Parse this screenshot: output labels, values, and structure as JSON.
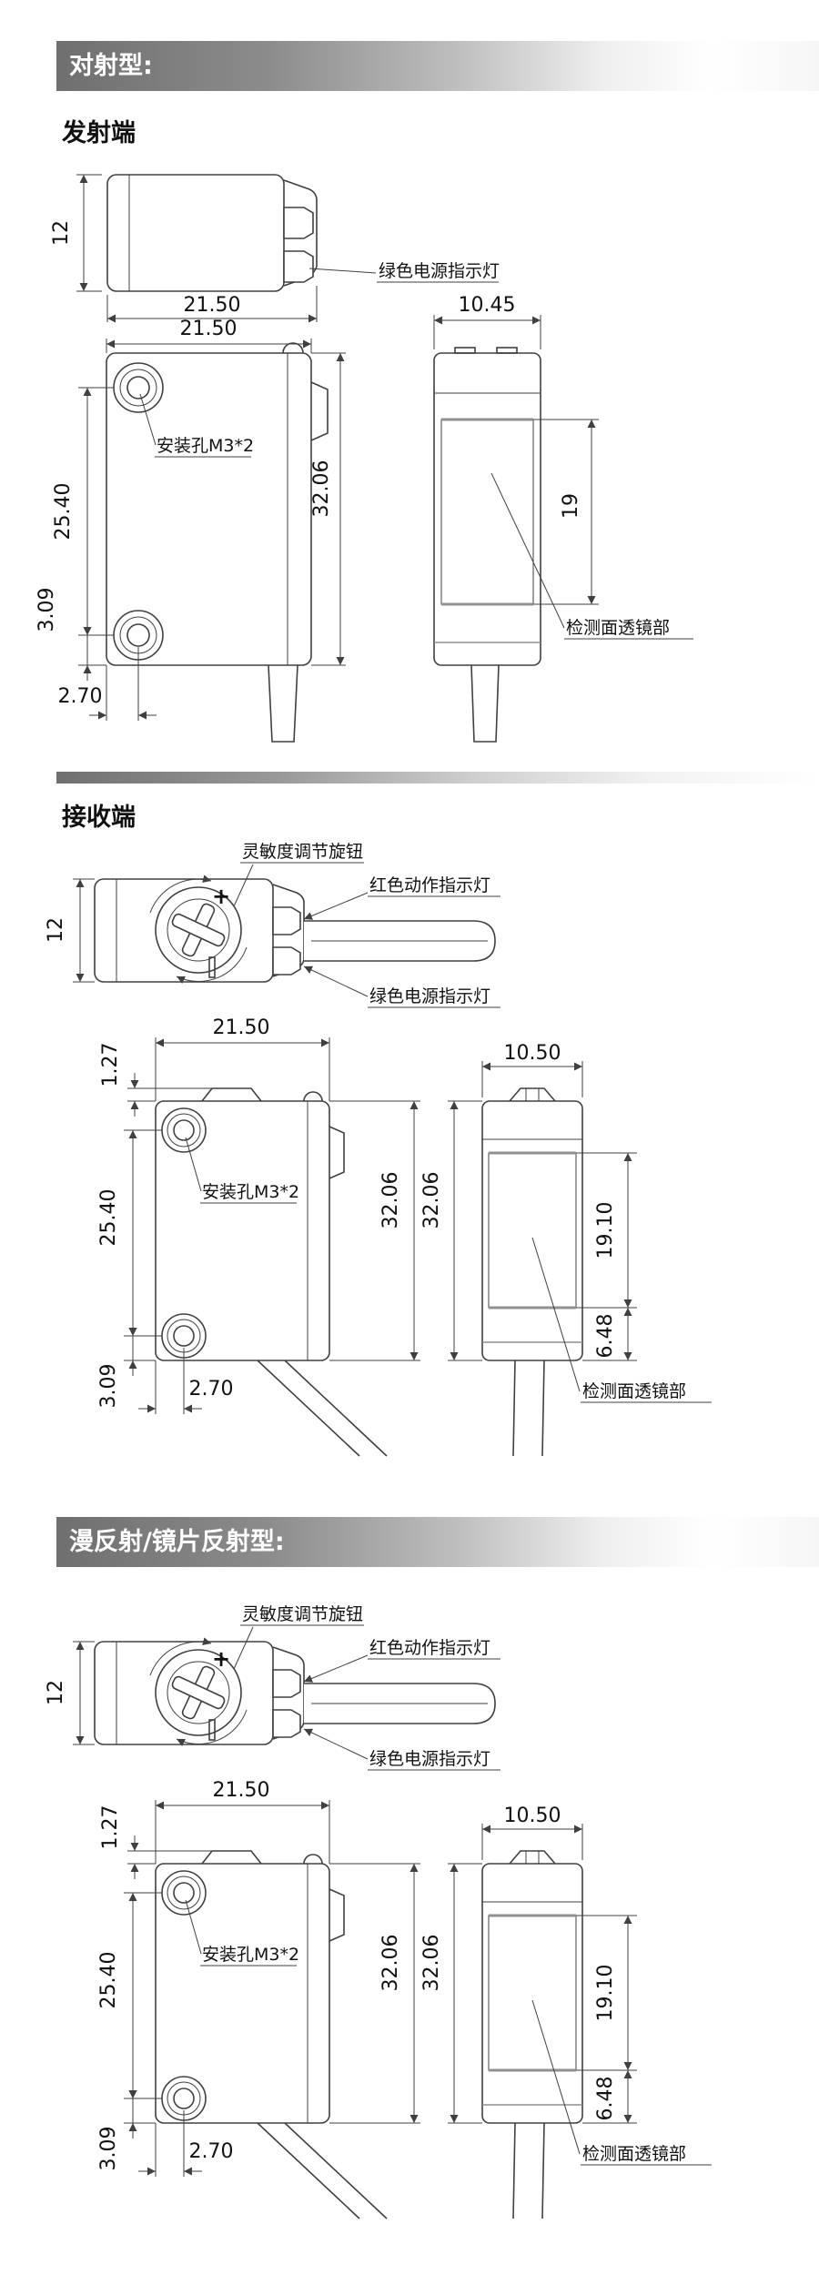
{
  "headers": {
    "through_beam": "对射型:",
    "diffuse_reflective": "漫反射/镜片反射型:"
  },
  "emitter": {
    "title": "发射端",
    "top_view": {
      "dim_height": "12",
      "dim_width": "21.50",
      "green_led_label": "绿色电源指示灯"
    },
    "front_view": {
      "dim_width": "21.50",
      "mount_hole_label": "安装孔M3*2",
      "dim_hole_span": "25.40",
      "dim_hole_to_bottom": "3.09",
      "dim_hole_offset": "2.70",
      "dim_height": "32.06"
    },
    "side_view": {
      "dim_width": "10.45",
      "dim_lens_height": "19",
      "lens_label": "检测面透镜部"
    }
  },
  "receiver": {
    "title": "接收端",
    "top_view": {
      "dim_height": "12",
      "knob_label": "灵敏度调节旋钮",
      "red_led_label": "红色动作指示灯",
      "green_led_label": "绿色电源指示灯",
      "plus_mark": "+"
    },
    "front_view": {
      "dim_width": "21.50",
      "dim_top_offset": "1.27",
      "mount_hole_label": "安装孔M3*2",
      "dim_hole_span": "25.40",
      "dim_hole_to_bottom": "3.09",
      "dim_hole_offset": "2.70",
      "dim_height": "32.06"
    },
    "side_view": {
      "dim_width": "10.50",
      "dim_height": "32.06",
      "dim_lens_height": "19.10",
      "dim_lens_to_bottom": "6.48",
      "lens_label": "检测面透镜部"
    }
  },
  "diffuse": {
    "top_view": {
      "dim_height": "12",
      "knob_label": "灵敏度调节旋钮",
      "red_led_label": "红色动作指示灯",
      "green_led_label": "绿色电源指示灯",
      "plus_mark": "+"
    },
    "front_view": {
      "dim_width": "21.50",
      "dim_top_offset": "1.27",
      "mount_hole_label": "安装孔M3*2",
      "dim_hole_span": "25.40",
      "dim_hole_to_bottom": "3.09",
      "dim_hole_offset": "2.70",
      "dim_height": "32.06"
    },
    "side_view": {
      "dim_width": "10.50",
      "dim_height": "32.06",
      "dim_lens_height": "19.10",
      "dim_lens_to_bottom": "6.48",
      "lens_label": "检测面透镜部"
    }
  }
}
